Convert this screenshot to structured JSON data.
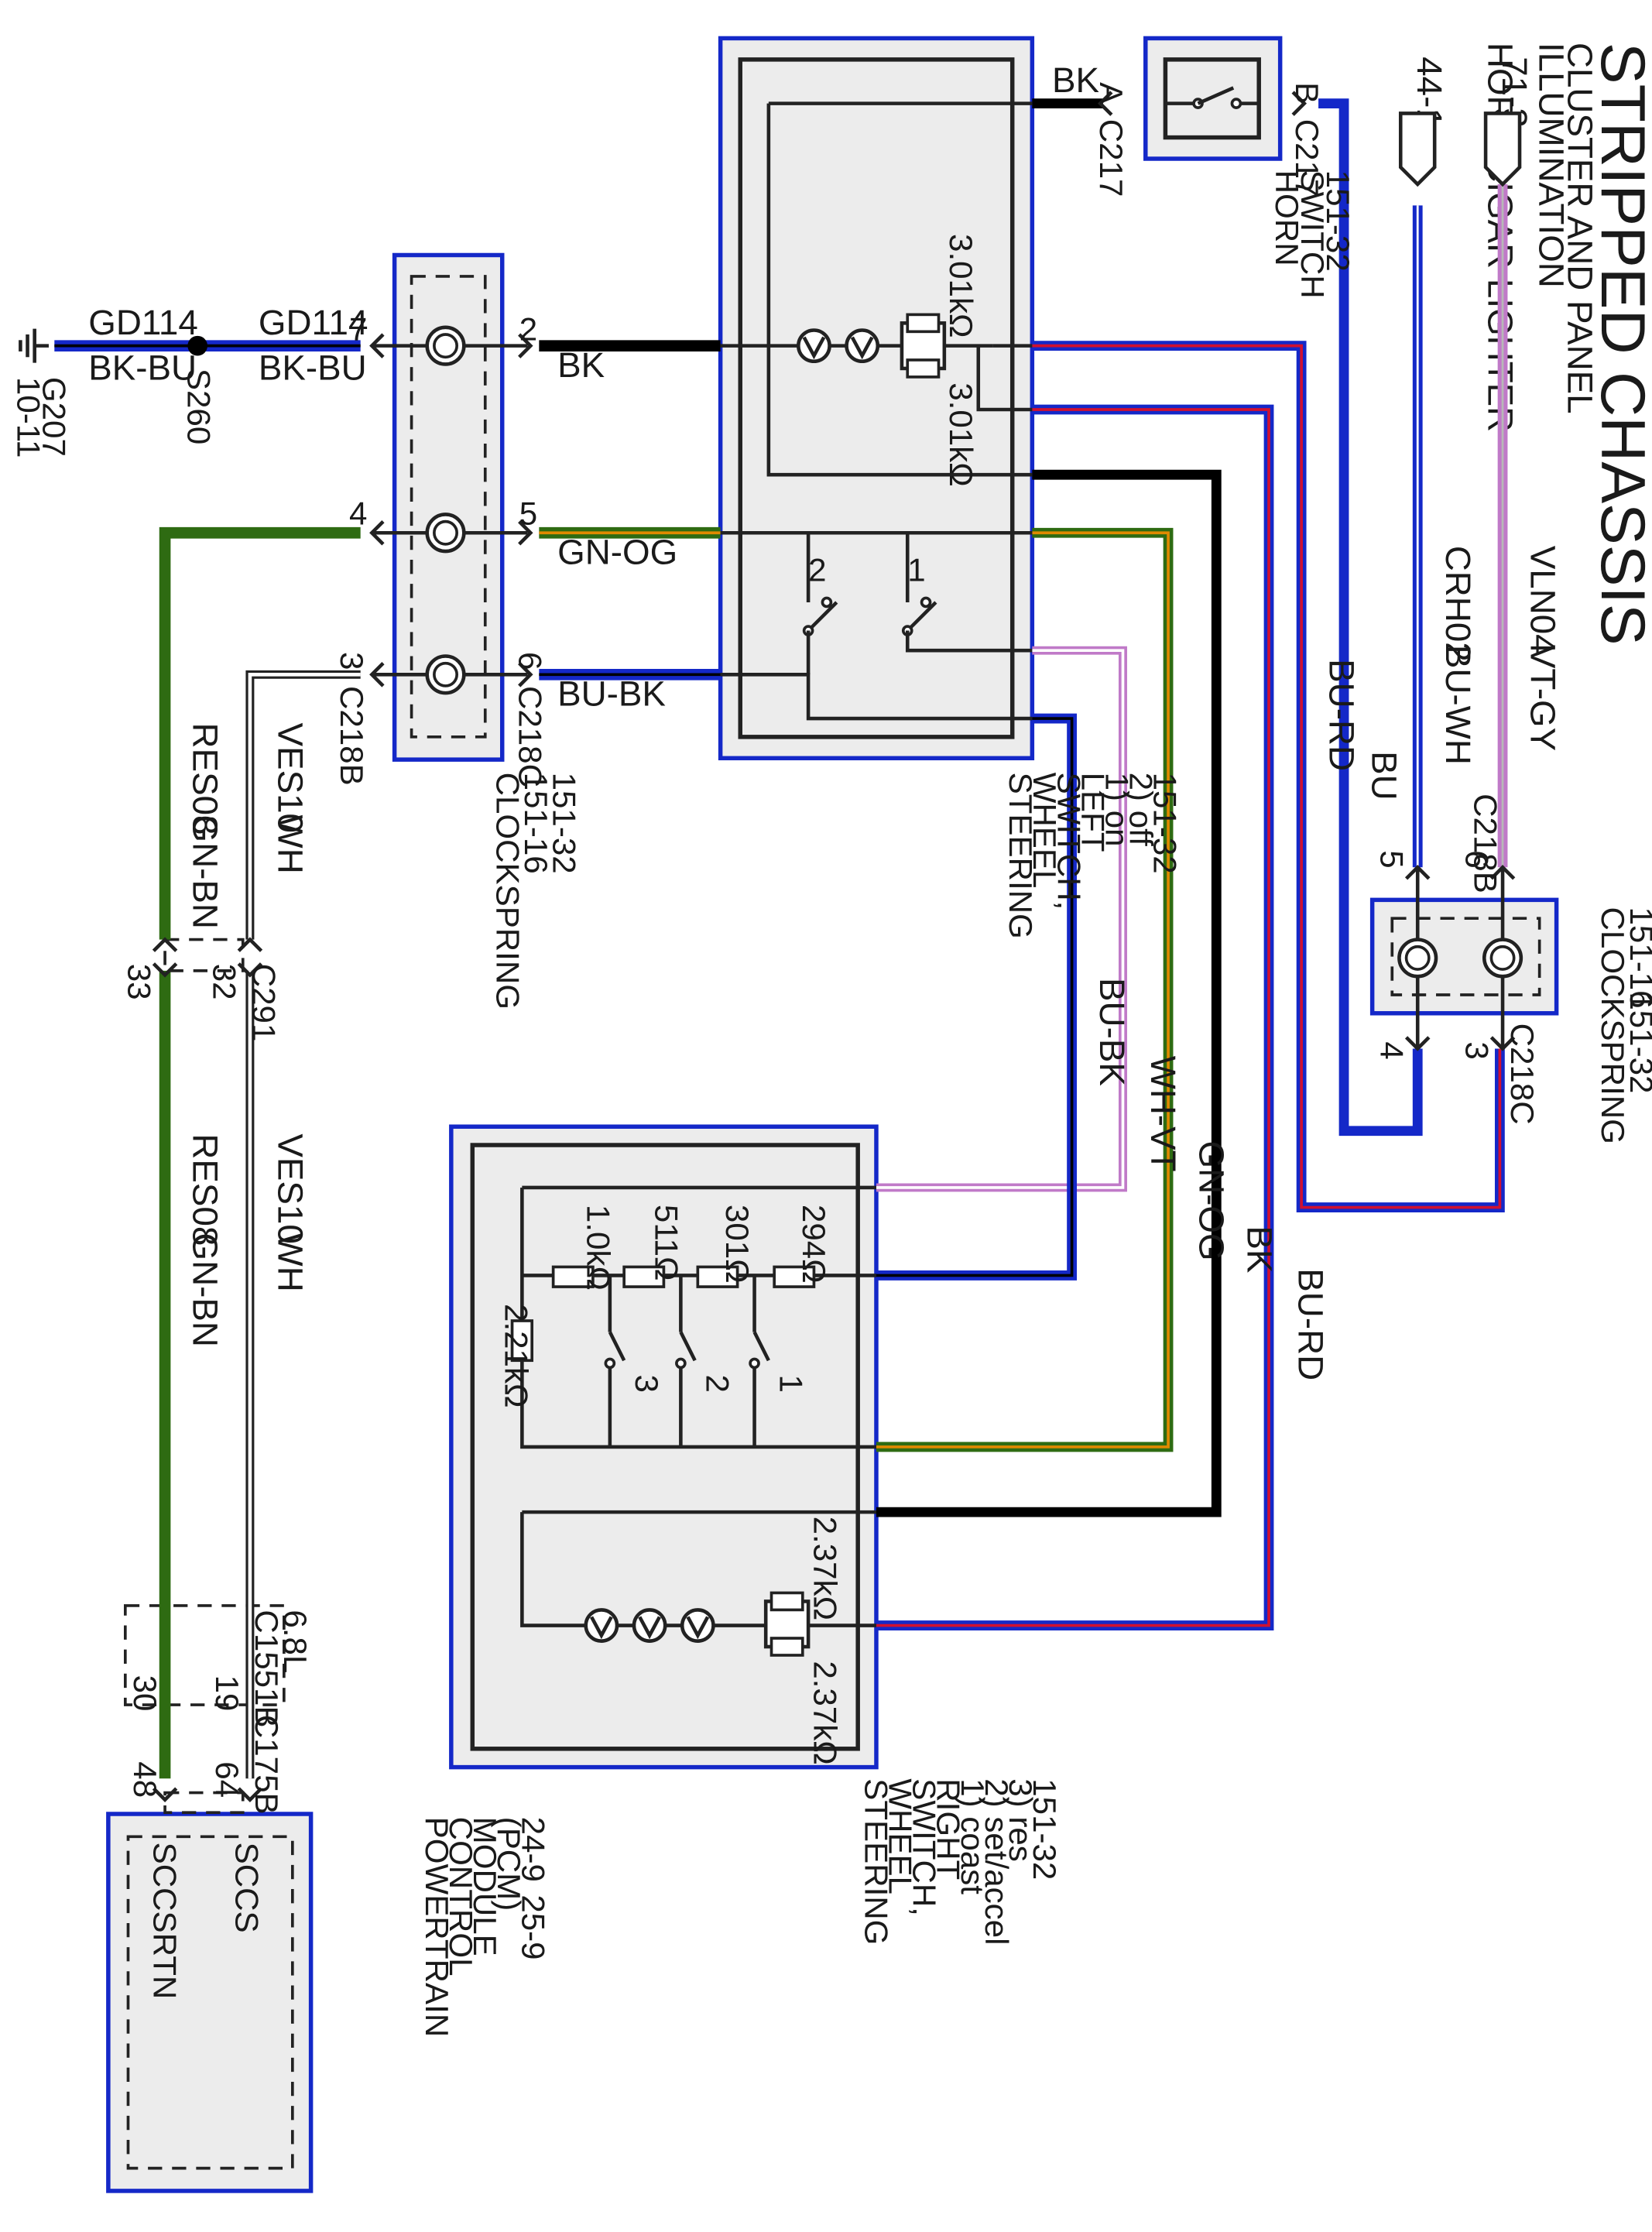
{
  "title": "STRIPPED CHASSIS",
  "subtitle_lines": [
    "CLUSTER AND PANEL",
    "ILLUMINATION",
    "HORN/CIGAR LIGHTER"
  ],
  "colors": {
    "border": "#1428c8",
    "module_fill": "#ececec",
    "black": "#000000",
    "blue": "#1428c8",
    "green": "#2e6b12",
    "green_orange_stripe": "#e08a00",
    "red": "#d01030",
    "violet": "#c07ac8",
    "white": "#ffffff"
  },
  "modules": {
    "clockspring_left": [
      "CLOCKSPRING",
      "151-16",
      "151-32"
    ],
    "clockspring_right": [
      "CLOCKSPRING",
      "151-16",
      "151-32"
    ],
    "horn_switch": [
      "HORN",
      "SWITCH",
      "151-32"
    ],
    "sw_left": [
      "STEERING",
      "WHEEL",
      "SWITCH,",
      "LEFT",
      "1) on",
      "2) off",
      "151-32"
    ],
    "sw_right": [
      "STEERING",
      "WHEEL",
      "SWITCH,",
      "RIGHT",
      "1) coast",
      "2) set/accel",
      "3) res",
      "151-32"
    ],
    "pcm": [
      "POWERTRAIN",
      "CONTROL",
      "MODULE",
      "(PCM)",
      "24-9",
      "25-9"
    ],
    "pcm_pins": [
      "SCCS",
      "SCCSRTN"
    ]
  },
  "feeds": {
    "cluster": "71-3",
    "horn": "44-1"
  },
  "ground": {
    "id": "G207",
    "page": "10-11",
    "splice": "S260",
    "circuit": "GD114",
    "color": "BK-BU"
  },
  "connectors": {
    "C217": "C217",
    "C218B": "C218B",
    "C218C": "C218C",
    "C291": "C291",
    "C1551B": "C1551B",
    "C175B": "C175B",
    "C175_note": "6.8L",
    "C217_A": "A",
    "C217_B": "B"
  },
  "pins": {
    "cs_7": "7",
    "cs_2": "2",
    "cs_4": "4",
    "cs_5": "5",
    "cs_3": "3",
    "cs_6": "6",
    "csr_6": "6",
    "csr_5": "5",
    "csr_3": "3",
    "csr_4": "4",
    "c291_33": "33",
    "c291_32": "32",
    "c1551_30": "30",
    "c1551_19": "19",
    "pcm_48": "48",
    "pcm_64": "64",
    "sw_1": "1",
    "sw_2": "2",
    "sw_3": "3"
  },
  "wires": {
    "bk": "BK",
    "gn_og": "GN-OG",
    "bu_bk": "BU-BK",
    "bu_rd": "BU-RD",
    "bu": "BU",
    "wh_vt": "WH-VT",
    "res08": "RES08",
    "gn_bn": "GN-BN",
    "ves10": "VES10",
    "wh": "WH",
    "crh02": "CRH02",
    "bu_wh": "BU-WH",
    "vln04": "VLN04",
    "vt_gy": "VT-GY"
  },
  "resistors": {
    "left_a": "3.01kΩ",
    "left_b": "3.01kΩ",
    "r1": "1.0kΩ",
    "r2": "511Ω",
    "r3": "301Ω",
    "r4": "294Ω",
    "r5": "2.21kΩ",
    "right_a": "2.37kΩ",
    "right_b": "2.37kΩ"
  }
}
